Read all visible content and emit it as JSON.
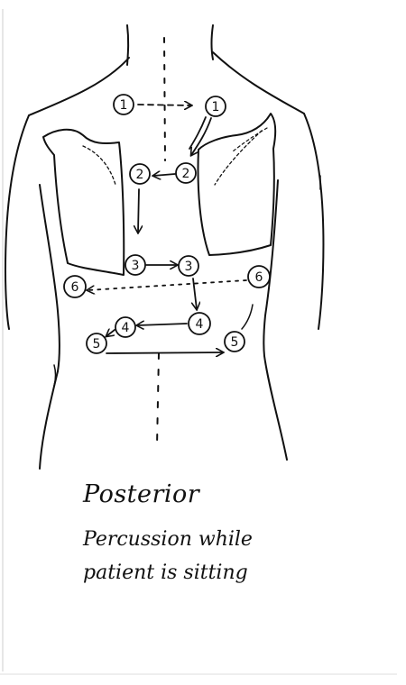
{
  "caption": {
    "title": "Posterior",
    "line2": "Percussion while",
    "line3": "patient is sitting"
  },
  "markers": {
    "m1a": "1",
    "m1b": "1",
    "m2a": "2",
    "m2b": "2",
    "m3a": "3",
    "m3b": "3",
    "m4a": "4",
    "m4b": "4",
    "m5a": "5",
    "m5b": "5",
    "m6a": "6",
    "m6b": "6"
  },
  "colors": {
    "ink": "#111111",
    "paper": "#ffffff"
  }
}
